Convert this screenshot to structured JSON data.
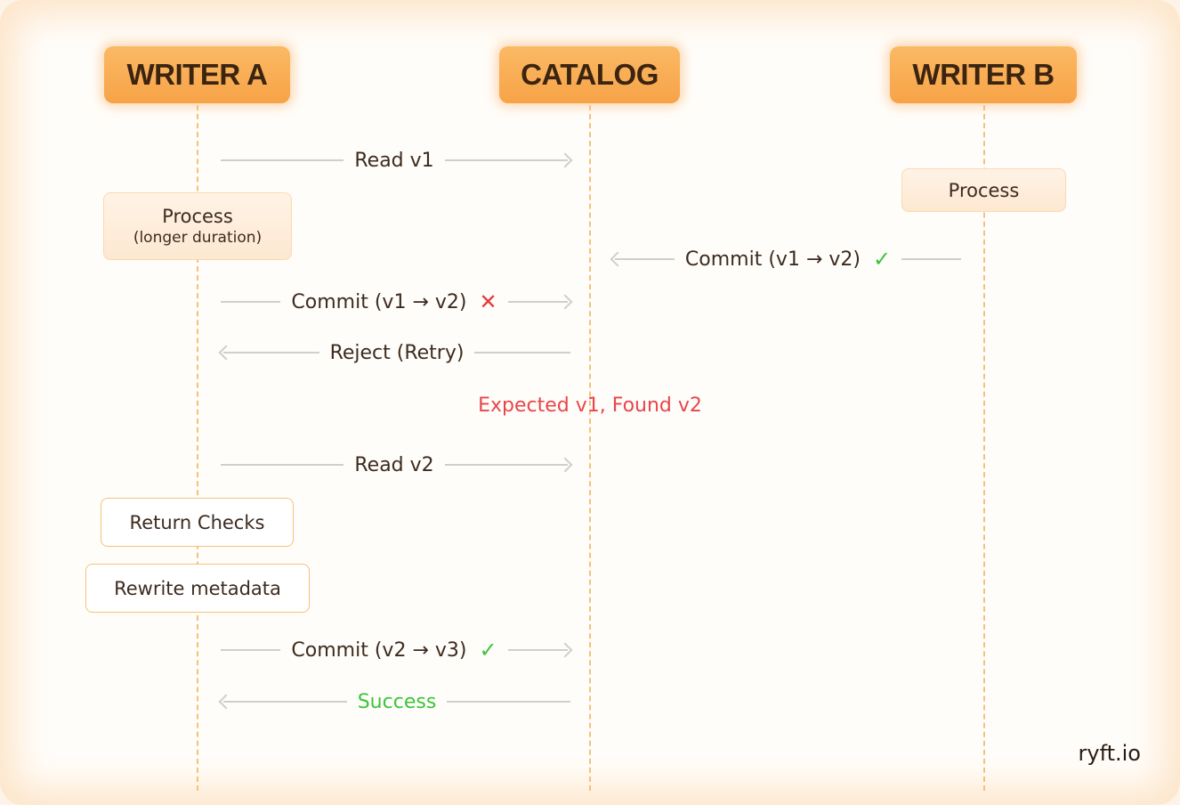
{
  "actors": {
    "writer_a": "WRITER A",
    "catalog": "CATALOG",
    "writer_b": "WRITER B"
  },
  "messages": {
    "read_v1": "Read v1",
    "commit_b": "Commit (v1 → v2)",
    "commit_a_fail": "Commit (v1 → v2)",
    "reject": "Reject (Retry)",
    "read_v2": "Read v2",
    "commit_a_ok": "Commit (v2 → v3)",
    "success": "Success"
  },
  "note": "Expected v1, Found v2",
  "boxes": {
    "process_a": "Process",
    "process_a_sub": "(longer duration)",
    "process_b": "Process",
    "return_checks": "Return Checks",
    "rewrite_metadata": "Rewrite metadata"
  },
  "brand": "ryft.io",
  "colors": {
    "accent": "#f7a347",
    "success": "#3cc43c",
    "error": "#e23a3a"
  }
}
